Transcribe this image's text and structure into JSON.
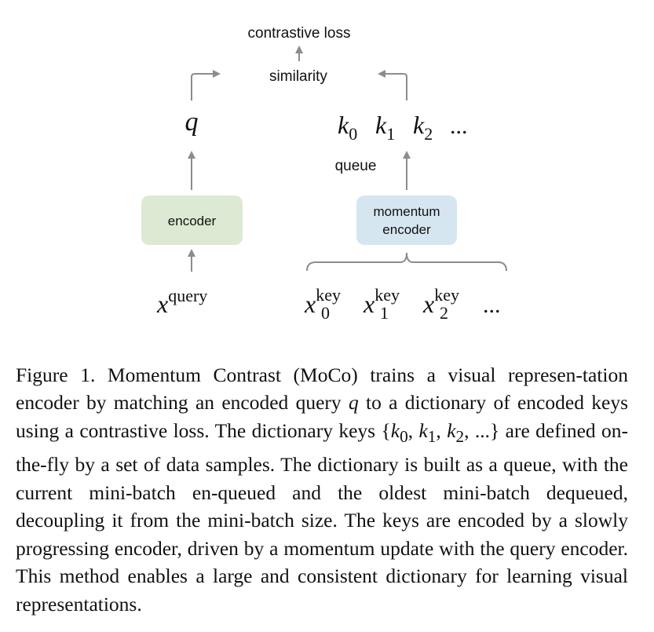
{
  "diagram": {
    "loss_label": "contrastive loss",
    "similarity_label": "similarity",
    "q_symbol": "q",
    "keys": [
      {
        "base": "k",
        "sub": "0"
      },
      {
        "base": "k",
        "sub": "1"
      },
      {
        "base": "k",
        "sub": "2"
      }
    ],
    "keys_ellipsis": "...",
    "queue_label": "queue",
    "encoder_label": "encoder",
    "momentum_encoder_line1": "momentum",
    "momentum_encoder_line2": "encoder",
    "x_query": {
      "base": "x",
      "sup": "query"
    },
    "x_keys": [
      {
        "base": "x",
        "sup": "key",
        "sub": "0"
      },
      {
        "base": "x",
        "sup": "key",
        "sub": "1"
      },
      {
        "base": "x",
        "sup": "key",
        "sub": "2"
      }
    ],
    "x_keys_ellipsis": "...",
    "colors": {
      "encoder_box": "#dce9d3",
      "momentum_box": "#d5e6f1",
      "arrow": "#8c8c8c"
    }
  },
  "caption": {
    "intro": "Figure 1. Momentum Contrast (MoCo) trains a visual represen-tation encoder by matching an encoded query ",
    "q": "q",
    "part2": " to a dictionary of encoded keys using a contrastive loss.  The dictionary keys ",
    "set_open": "{",
    "k": "k",
    "sub0": "0",
    "sub1": "1",
    "sub2": "2",
    "comma": ", ",
    "dots": "...",
    "set_close": "}",
    "part3": " are defined on-the-fly by a set of data samples. The dictionary is built as a queue, with the current mini-batch en-queued and the oldest mini-batch dequeued, decoupling it from the mini-batch size. The keys are encoded by a slowly progressing encoder, driven by a momentum update with the query encoder. This method enables a large and consistent dictionary for learning visual representations."
  }
}
